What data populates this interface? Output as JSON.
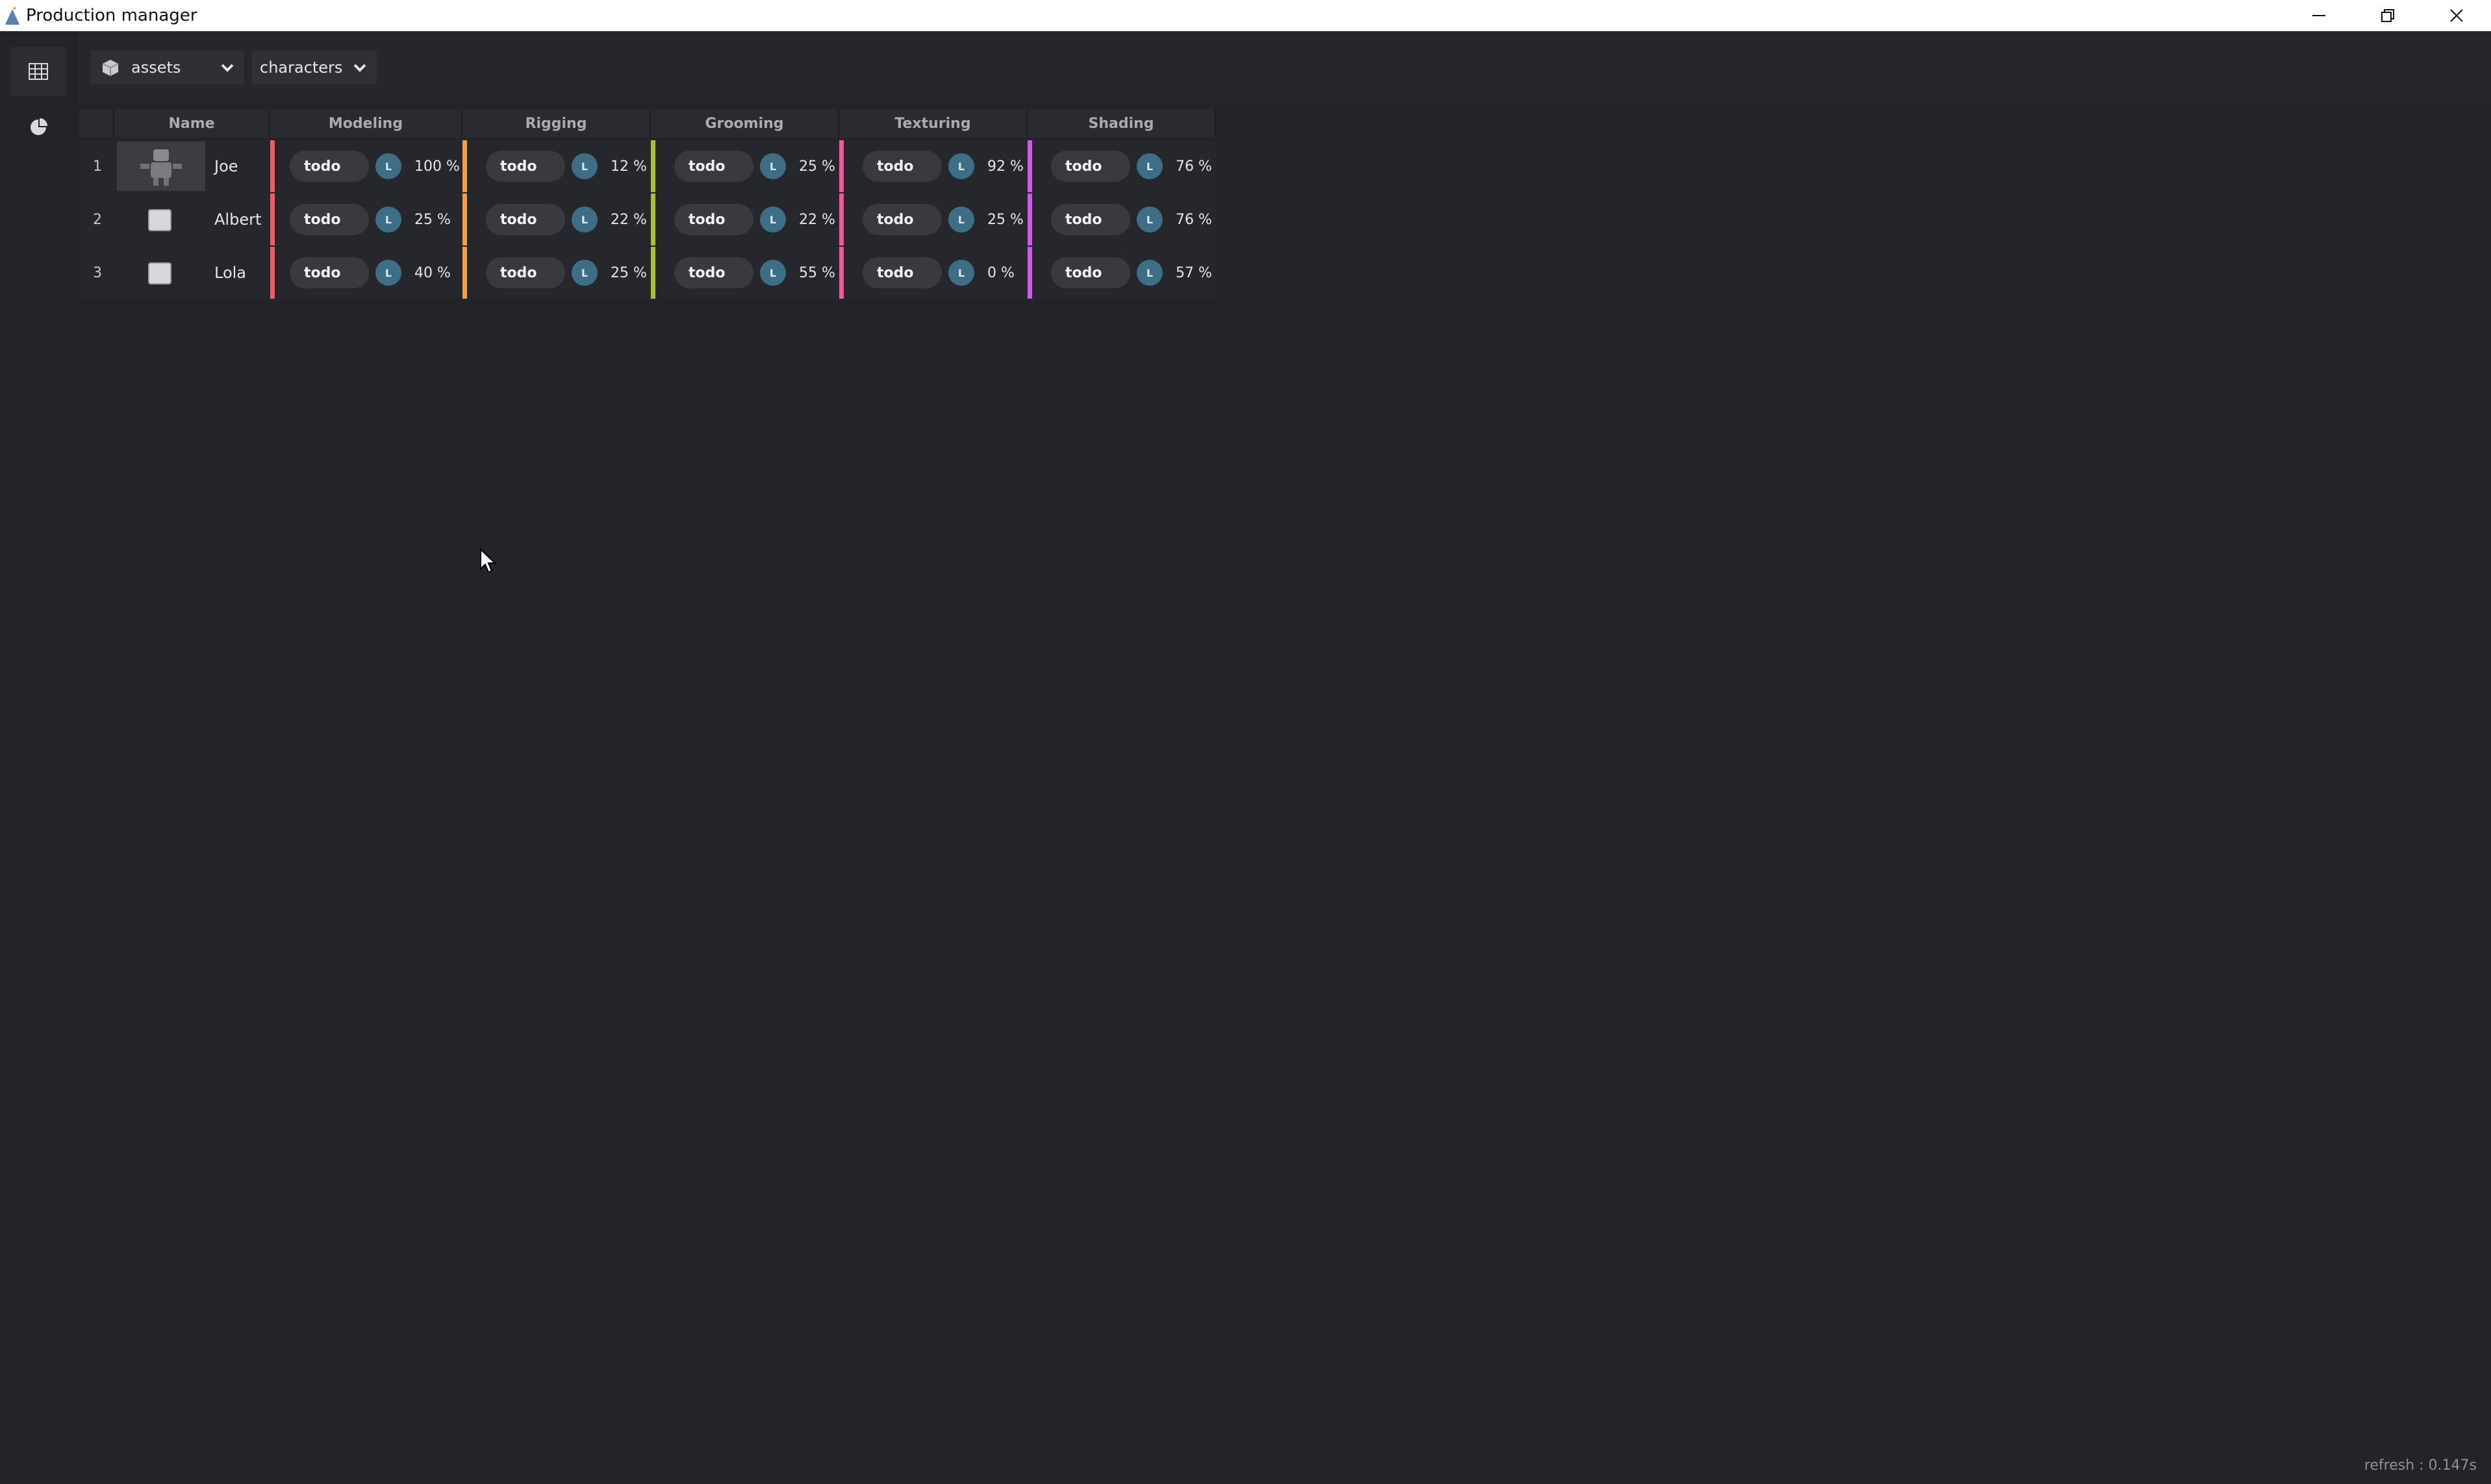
{
  "window": {
    "title": "Production manager",
    "controls": [
      "minimize-icon",
      "restore-icon",
      "close-icon"
    ]
  },
  "sidebar": {
    "items": [
      {
        "name": "table-view",
        "icon": "grid-icon",
        "active": true
      },
      {
        "name": "stats-view",
        "icon": "pie-chart-icon",
        "active": false
      }
    ]
  },
  "toolbar": {
    "type_select": {
      "icon": "cube-icon",
      "value": "assets"
    },
    "category_select": {
      "value": "characters"
    }
  },
  "table": {
    "headers": {
      "name": "Name",
      "columns": [
        "Modeling",
        "Rigging",
        "Grooming",
        "Texturing",
        "Shading"
      ]
    },
    "column_colors": [
      "#e8606b",
      "#f0a04b",
      "#a8c13a",
      "#e95da0",
      "#c85ee0"
    ],
    "rows": [
      {
        "index": "1",
        "name": "Joe",
        "thumbnail": "character-thumbnail",
        "cells": [
          {
            "status": "todo",
            "user": "L",
            "progress": "100 %"
          },
          {
            "status": "todo",
            "user": "L",
            "progress": "12 %"
          },
          {
            "status": "todo",
            "user": "L",
            "progress": "25 %"
          },
          {
            "status": "todo",
            "user": "L",
            "progress": "92 %"
          },
          {
            "status": "todo",
            "user": "L",
            "progress": "76 %"
          }
        ]
      },
      {
        "index": "2",
        "name": "Albert",
        "thumbnail": "empty-thumbnail",
        "cells": [
          {
            "status": "todo",
            "user": "L",
            "progress": "25 %"
          },
          {
            "status": "todo",
            "user": "L",
            "progress": "22 %"
          },
          {
            "status": "todo",
            "user": "L",
            "progress": "22 %"
          },
          {
            "status": "todo",
            "user": "L",
            "progress": "25 %"
          },
          {
            "status": "todo",
            "user": "L",
            "progress": "76 %"
          }
        ]
      },
      {
        "index": "3",
        "name": "Lola",
        "thumbnail": "empty-thumbnail",
        "cells": [
          {
            "status": "todo",
            "user": "L",
            "progress": "40 %"
          },
          {
            "status": "todo",
            "user": "L",
            "progress": "25 %"
          },
          {
            "status": "todo",
            "user": "L",
            "progress": "55 %"
          },
          {
            "status": "todo",
            "user": "L",
            "progress": "0 %"
          },
          {
            "status": "todo",
            "user": "L",
            "progress": "57 %"
          }
        ]
      }
    ]
  },
  "status_bar": {
    "refresh": "refresh : 0.147s"
  }
}
